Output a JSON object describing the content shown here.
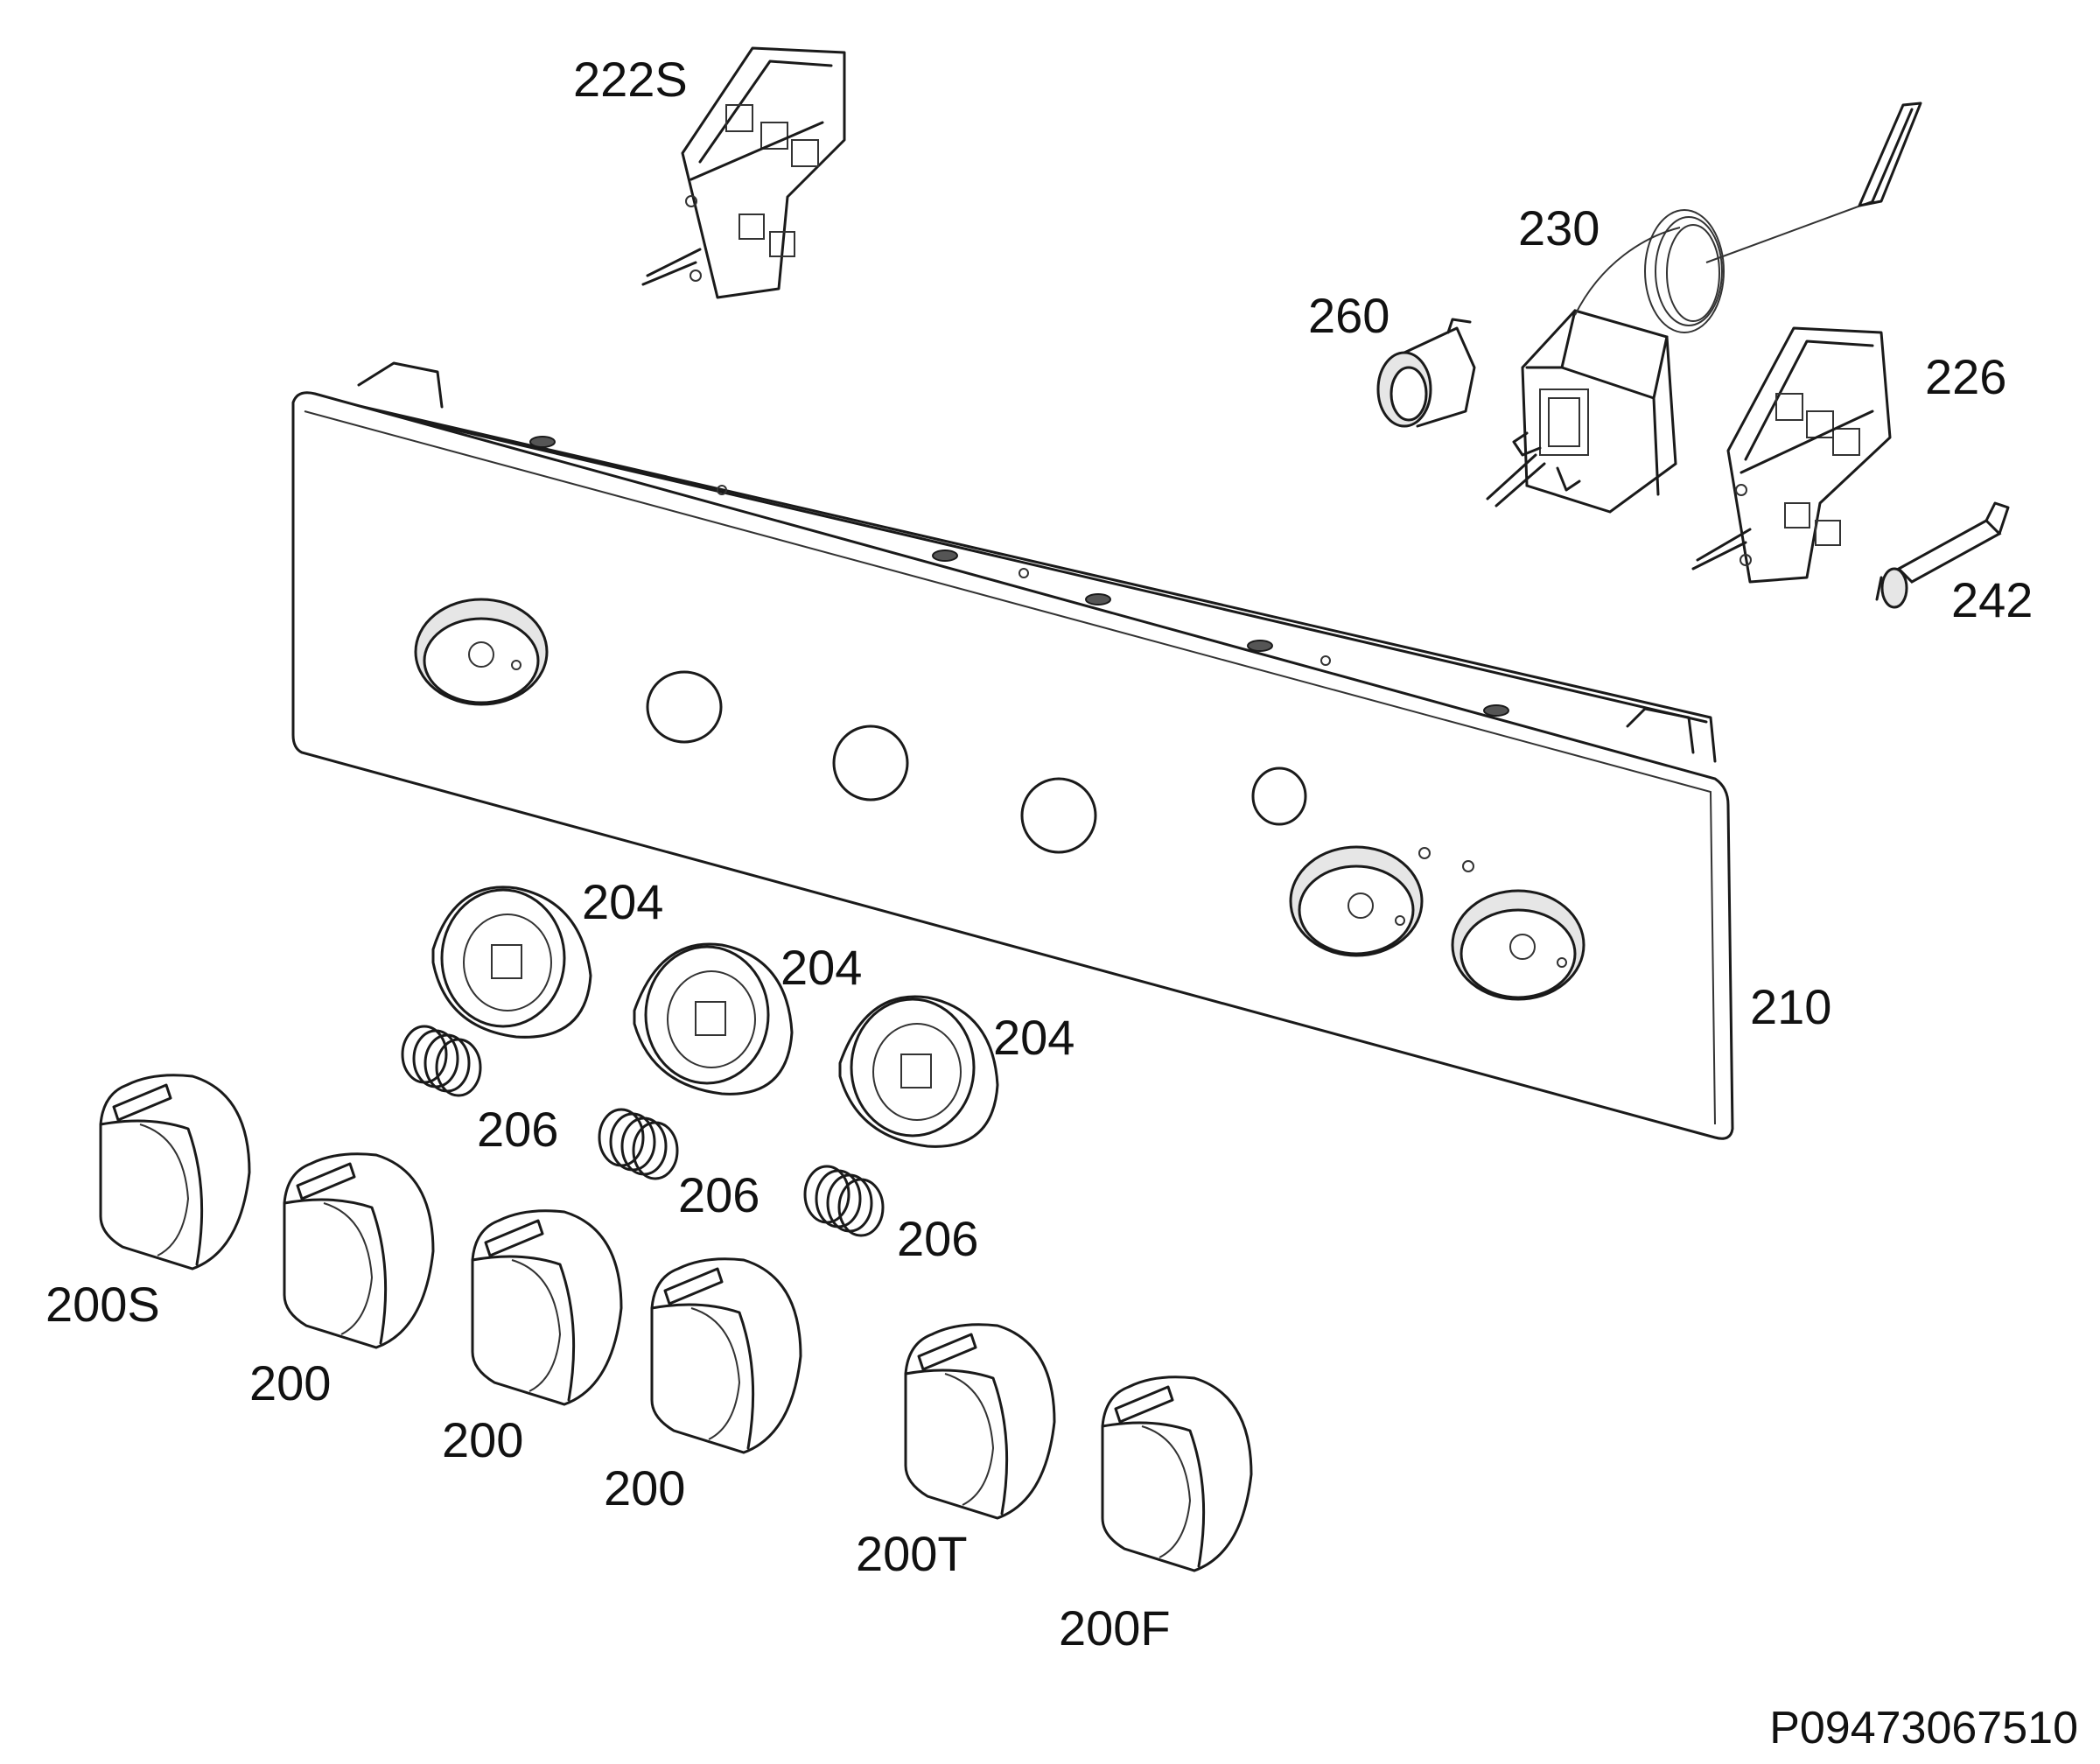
{
  "labels": {
    "p222S": "222S",
    "p230": "230",
    "p260": "260",
    "p226": "226",
    "p242": "242",
    "p210": "210",
    "p204a": "204",
    "p204b": "204",
    "p204c": "204",
    "p206a": "206",
    "p206b": "206",
    "p206c": "206",
    "p200S": "200S",
    "p200a": "200",
    "p200b": "200",
    "p200c": "200",
    "p200T": "200T",
    "p200F": "200F"
  },
  "document_id": "P09473067510"
}
